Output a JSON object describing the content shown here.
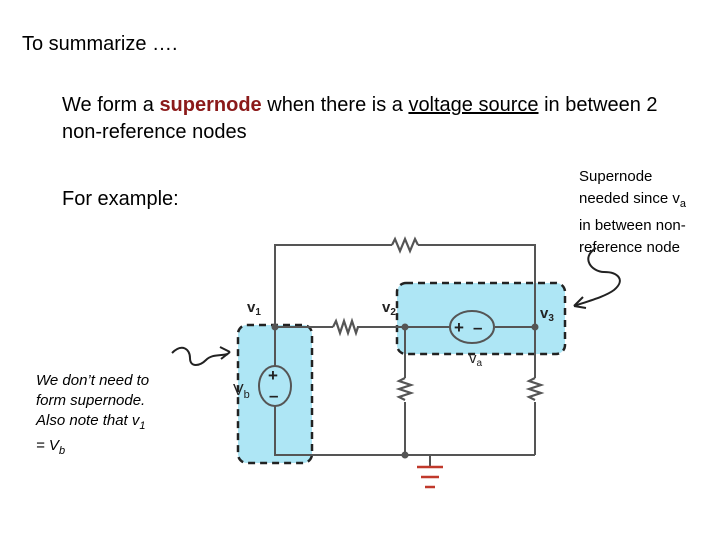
{
  "slide": {
    "heading": "To summarize ….",
    "paragraph": {
      "part1": "We form a ",
      "highlight": "supernode",
      "part2": " when there is a ",
      "underlined": "voltage source",
      "part3": " in between 2 non-reference nodes"
    },
    "example_label": "For example:",
    "note_right": {
      "line1": "Supernode",
      "line2_prefix": "needed since v",
      "line2_sub": "a",
      "line3": "in between non-",
      "line4": "reference node"
    },
    "note_left": {
      "line1": "We don’t need to",
      "line2": "form supernode.",
      "line3_prefix": "Also note that v",
      "line3_sub": "1",
      "line4_prefix": "= V",
      "line4_sub": "b"
    }
  },
  "circuit": {
    "node_v1": {
      "letter": "v",
      "sub": "1"
    },
    "node_v2": {
      "letter": "v",
      "sub": "2"
    },
    "node_v3": {
      "letter": "v",
      "sub": "3"
    },
    "source_va": {
      "letter": "v",
      "sub": "a",
      "plus": "+",
      "minus": "–"
    },
    "source_vb": {
      "letter": "V",
      "sub": "b",
      "plus": "+",
      "minus": "–"
    },
    "colors": {
      "supernode_fill": "#aee6f5",
      "highlight_text": "#8b1a1a",
      "wire": "#555555"
    }
  }
}
